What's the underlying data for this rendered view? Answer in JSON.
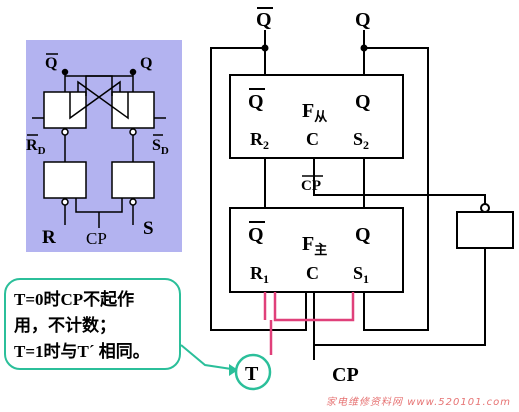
{
  "inset": {
    "q_bar": "Q",
    "q": "Q",
    "rd": "R",
    "rd_sub": "D",
    "sd": "S",
    "sd_sub": "D",
    "r": "R",
    "cp": "CP",
    "s": "S"
  },
  "top_outputs": {
    "q_bar": "Q",
    "q": "Q"
  },
  "slave": {
    "q_bar": "Q",
    "q": "Q",
    "name": "F",
    "name_sub": "从",
    "r": "R",
    "r_sub": "2",
    "c": "C",
    "s": "S",
    "s_sub": "2"
  },
  "cp_bar_label": "CP",
  "master": {
    "q_bar": "Q",
    "q": "Q",
    "name": "F",
    "name_sub": "主",
    "r": "R",
    "r_sub": "1",
    "c": "C",
    "s": "S",
    "s_sub": "1"
  },
  "t_label": "T",
  "cp_label": "CP",
  "note": {
    "line1": "T=0时CP不起作",
    "line2": "用，不计数；",
    "line3": "T=1时与T´ 相同。"
  },
  "watermark": "家电维修资料网 www.520101.com"
}
